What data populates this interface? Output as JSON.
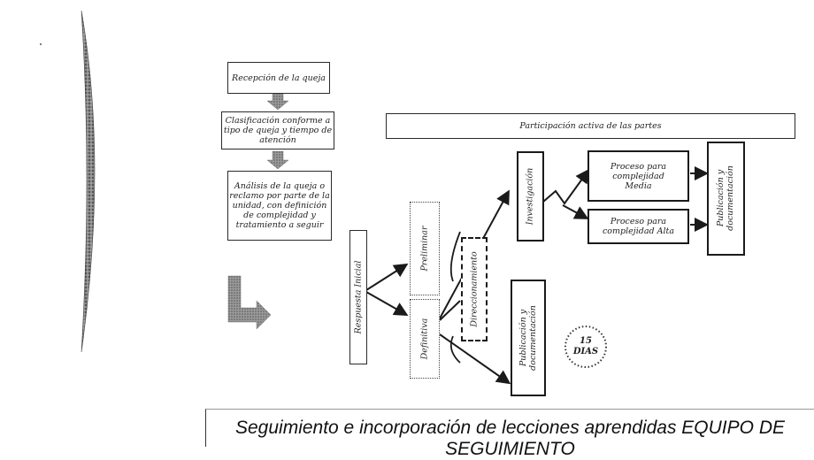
{
  "diagram": {
    "boxes": {
      "reception": "Recepción de la queja",
      "classification": "Clasificación conforme a tipo de queja y tiempo de atención",
      "analysis": "Análisis de la queja o reclamo por parte de la unidad, con definición de complejidad y tratamiento a seguir",
      "active_participation": "Participación activa de las partes",
      "initial_response": "Respuesta Inicial",
      "preliminary": "Preliminar",
      "definitive": "Definitiva",
      "redirection": "Direccionamiento",
      "investigation": "Investigación",
      "process_medium": "Proceso para complejidad Media",
      "process_high": "Proceso para complejidad Alta",
      "publication_top": "Publicación y documentación",
      "publication_bottom": "Publicación y documentación"
    },
    "days_badge": {
      "number": "15",
      "unit": "DIAS"
    }
  },
  "footer": {
    "text": "Seguimiento e incorporación de lecciones aprendidas EQUIPO DE SEGUIMIENTO"
  }
}
